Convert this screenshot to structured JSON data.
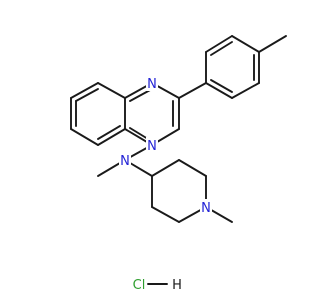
{
  "molecule": {
    "atoms": [
      {
        "id": "n1",
        "label": "N",
        "color": "#2323d6"
      },
      {
        "id": "n3",
        "label": "N",
        "color": "#2323d6"
      },
      {
        "id": "n_amine",
        "label": "N",
        "color": "#2323d6"
      },
      {
        "id": "n_pip",
        "label": "N",
        "color": "#2323d6"
      }
    ],
    "salt": {
      "label": "Cl",
      "h_label": "H",
      "cl_color": "#2e9e2e",
      "h_color": "#1a1a1a"
    },
    "bond_color": "#1a1a1a"
  }
}
